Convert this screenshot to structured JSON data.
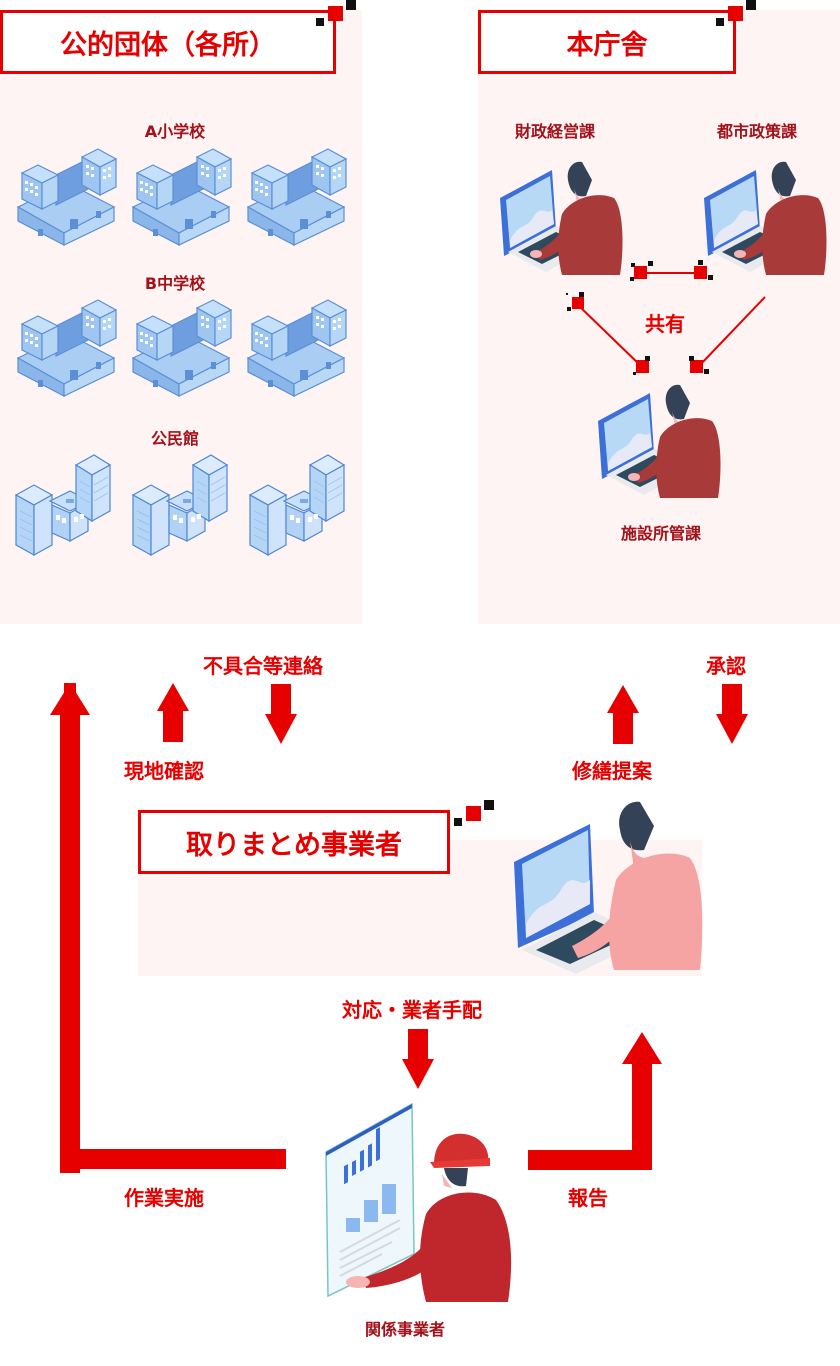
{
  "colors": {
    "accent": "#e60000",
    "label_dark_red": "#a3121a",
    "panel_bg": "#fff4f4",
    "building_blue": "#9ec6f0",
    "staff_shirt": "#a83a3a",
    "coordinator_shirt": "#f4a3a3",
    "contractor_shirt": "#c0272d"
  },
  "public_orgs": {
    "title": "公的団体（各所）",
    "groups": [
      {
        "label": "A小学校",
        "icon": "school-building-icon",
        "count": 3
      },
      {
        "label": "B中学校",
        "icon": "school-building-icon",
        "count": 3
      },
      {
        "label": "公民館",
        "icon": "office-building-icon",
        "count": 3
      }
    ]
  },
  "main_office": {
    "title": "本庁舎",
    "departments": [
      {
        "label": "財政経営課",
        "icon": "person-laptop-icon"
      },
      {
        "label": "都市政策課",
        "icon": "person-laptop-icon"
      },
      {
        "label": "施設所管課",
        "icon": "person-laptop-icon"
      }
    ],
    "share_label": "共有"
  },
  "coordinator": {
    "title": "取りまとめ事業者",
    "icon": "person-laptop-icon"
  },
  "contractor": {
    "label": "関係事業者",
    "icon": "worker-hardhat-icon"
  },
  "flows": {
    "defect_report": "不具合等連絡",
    "site_check": "現地確認",
    "approval": "承認",
    "repair_proposal": "修繕提案",
    "dispatch": "対応・業者手配",
    "work_execution": "作業実施",
    "report": "報告"
  }
}
